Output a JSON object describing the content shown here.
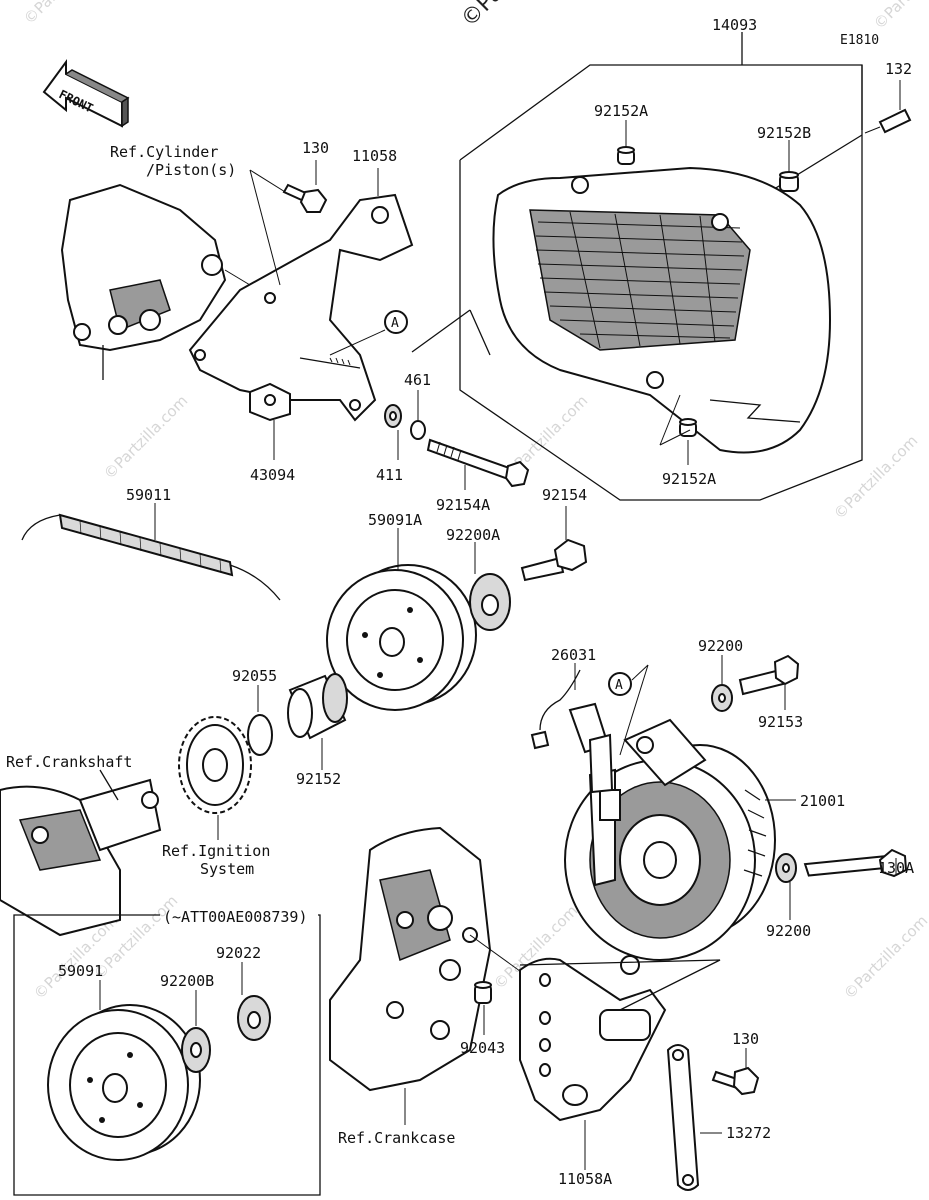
{
  "diagram_code": "E1810",
  "watermark_top": "©Partzilla",
  "watermark_repeat": "©Partzilla.com",
  "front_arrow_label": "FRONT",
  "callout_letter": "A",
  "inset_note": "(~ATT00AE008739)",
  "references": {
    "cylinder_line1": "Ref.Cylinder",
    "cylinder_line2": "/Piston(s)",
    "crankshaft": "Ref.Crankshaft",
    "ignition_line1": "Ref.Ignition",
    "ignition_line2": "System",
    "crankcase": "Ref.Crankcase"
  },
  "part_labels": {
    "p14093": "14093",
    "p132": "132",
    "p92152A_top": "92152A",
    "p92152B": "92152B",
    "p130_top": "130",
    "p11058": "11058",
    "p461": "461",
    "p43094": "43094",
    "p411": "411",
    "p92154A": "92154A",
    "p92152A_bottom": "92152A",
    "p59011": "59011",
    "p92154": "92154",
    "p59091A": "59091A",
    "p92200A": "92200A",
    "p26031": "26031",
    "p92200_top": "92200",
    "p92055": "92055",
    "p92153": "92153",
    "p92152": "92152",
    "p21001": "21001",
    "p130A": "130A",
    "p92200_bottom": "92200",
    "p59091": "59091",
    "p92200B": "92200B",
    "p92022": "92022",
    "p92043": "92043",
    "p130_bottom": "130",
    "p13272": "13272",
    "p11058A": "11058A"
  }
}
